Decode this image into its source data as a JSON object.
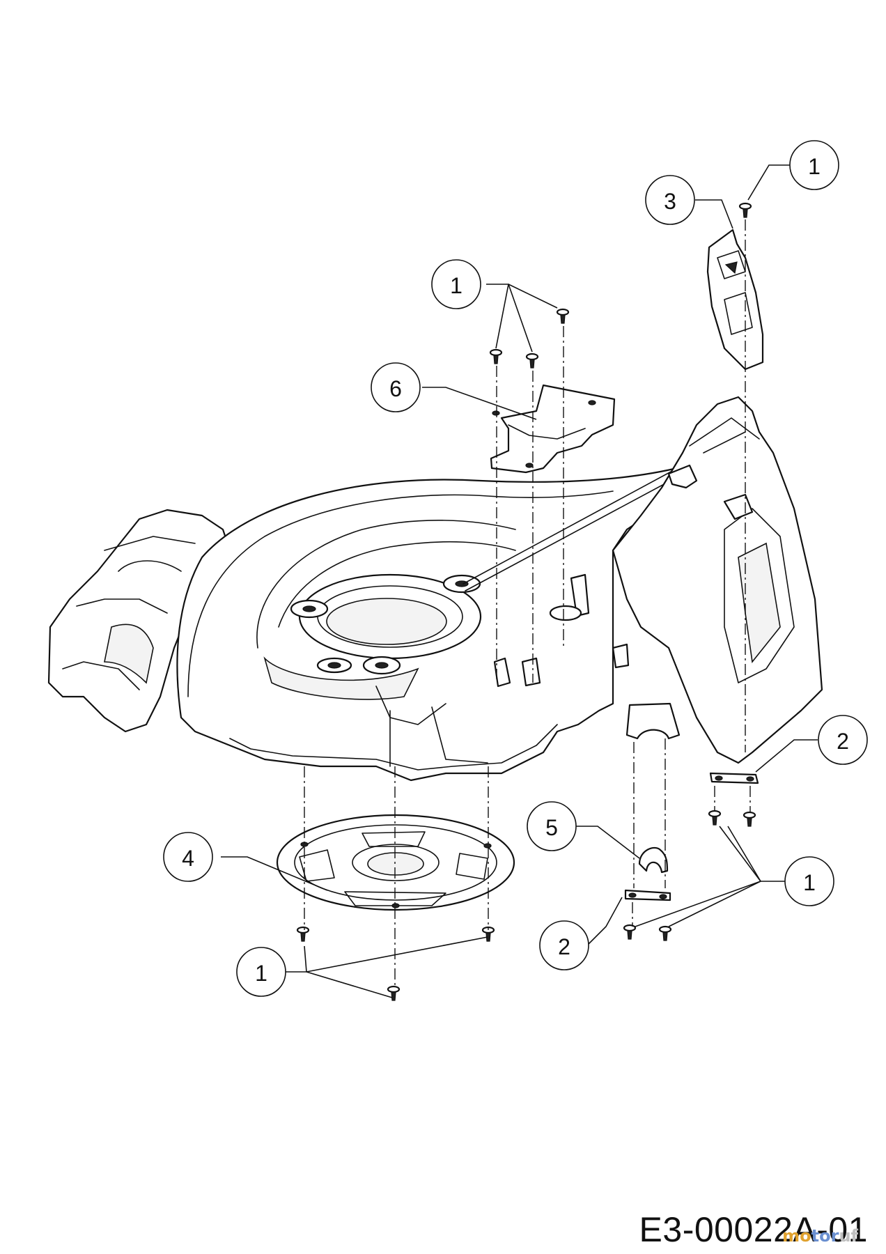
{
  "diagram": {
    "callouts": [
      {
        "id": "c1a",
        "label": "1"
      },
      {
        "id": "c3",
        "label": "3"
      },
      {
        "id": "c1b",
        "label": "1"
      },
      {
        "id": "c6",
        "label": "6"
      },
      {
        "id": "c2a",
        "label": "2"
      },
      {
        "id": "c5",
        "label": "5"
      },
      {
        "id": "c4",
        "label": "4"
      },
      {
        "id": "c1c",
        "label": "1"
      },
      {
        "id": "c2b",
        "label": "2"
      },
      {
        "id": "c1d",
        "label": "1"
      }
    ],
    "parts": {
      "1": "screw",
      "2": "plate",
      "3": "rear-flap-bracket",
      "4": "base-cover-plate",
      "5": "cable-clip",
      "6": "handle-bracket"
    },
    "drawing_code": "E3-00022A-01",
    "watermark": {
      "part1": "mo",
      "part2": "tor",
      "part3": "uf"
    }
  }
}
